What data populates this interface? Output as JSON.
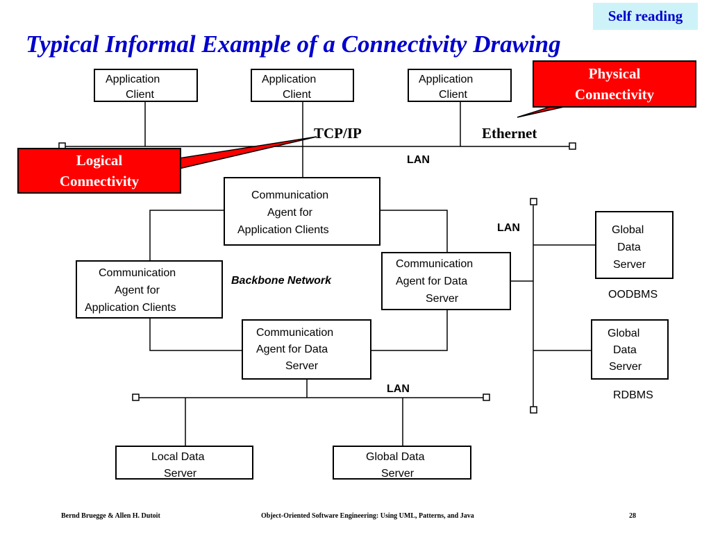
{
  "badge": "Self reading",
  "title": "Typical Informal Example of a Connectivity Drawing",
  "callouts": {
    "physical": [
      "Physical",
      "Connectivity"
    ],
    "logical": [
      "Logical",
      "Connectivity"
    ]
  },
  "network_labels": {
    "tcpip": "TCP/IP",
    "ethernet": "Ethernet",
    "lan_top": "LAN",
    "lan_right": "LAN",
    "lan_bottom": "LAN",
    "backbone": "Backbone Network"
  },
  "nodes": {
    "client1": [
      "Application",
      "Client"
    ],
    "client2": [
      "Application",
      "Client"
    ],
    "client3": [
      "Application",
      "Client"
    ],
    "agent_clients_top": [
      "Communication",
      "Agent for",
      "Application Clients"
    ],
    "agent_clients_left": [
      "Communication",
      "Agent for",
      "Application Clients"
    ],
    "agent_data_right": [
      "Communication",
      "Agent for Data",
      "Server"
    ],
    "agent_data_bottom": [
      "Communication",
      "Agent for Data",
      "Server"
    ],
    "global_server_1": [
      "Global",
      "Data",
      "Server"
    ],
    "global_server_2": [
      "Global",
      "Data",
      "Server"
    ],
    "local_data_server": [
      "Local Data",
      "Server"
    ],
    "global_data_server_bottom": [
      "Global Data",
      "Server"
    ]
  },
  "db_labels": {
    "oodbms": "OODBMS",
    "rdbms": "RDBMS"
  },
  "footer": {
    "authors": "Bernd Bruegge & Allen H. Dutoit",
    "book": "Object-Oriented Software Engineering: Using UML, Patterns, and Java",
    "page": "28"
  }
}
